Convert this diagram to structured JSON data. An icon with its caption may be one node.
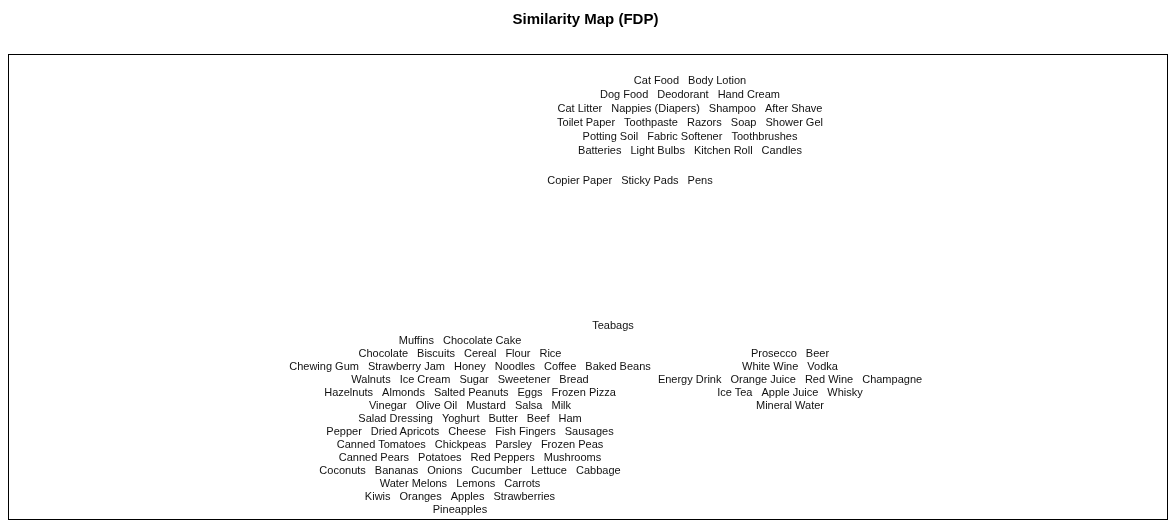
{
  "diagram": {
    "title": "Similarity Map (FDP)",
    "labels": [
      "Cat Food",
      "Body Lotion",
      "Dog Food",
      "Deodorant",
      "Hand Cream",
      "Cat Litter",
      "Nappies (Diapers)",
      "Shampoo",
      "After Shave",
      "Toilet Paper",
      "Toothpaste",
      "Razors",
      "Soap",
      "Shower Gel",
      "Potting Soil",
      "Fabric Softener",
      "Toothbrushes",
      "Batteries",
      "Light Bulbs",
      "Kitchen Roll",
      "Candles",
      "Copier Paper",
      "Sticky Pads",
      "Pens",
      "Teabags",
      "Muffins",
      "Chocolate Cake",
      "Chocolate",
      "Biscuits",
      "Cereal",
      "Flour",
      "Rice",
      "Prosecco",
      "Beer",
      "Chewing Gum",
      "Strawberry Jam",
      "Honey",
      "Noodles",
      "Coffee",
      "Baked Beans",
      "White Wine",
      "Vodka",
      "Walnuts",
      "Ice Cream",
      "Sugar",
      "Sweetener",
      "Bread",
      "Energy Drink",
      "Orange Juice",
      "Red Wine",
      "Champagne",
      "Hazelnuts",
      "Almonds",
      "Salted Peanuts",
      "Eggs",
      "Frozen Pizza",
      "Ice Tea",
      "Apple Juice",
      "Whisky",
      "Vinegar",
      "Olive Oil",
      "Mustard",
      "Salsa",
      "Milk",
      "Mineral Water",
      "Salad Dressing",
      "Yoghurt",
      "Butter",
      "Beef",
      "Ham",
      "Pepper",
      "Dried Apricots",
      "Cheese",
      "Fish Fingers",
      "Sausages",
      "Canned Tomatoes",
      "Chickpeas",
      "Parsley",
      "Frozen Peas",
      "Canned Pears",
      "Potatoes",
      "Red Peppers",
      "Mushrooms",
      "Coconuts",
      "Bananas",
      "Onions",
      "Cucumber",
      "Lettuce",
      "Cabbage",
      "Water Melons",
      "Lemons",
      "Carrots",
      "Kiwis",
      "Oranges",
      "Apples",
      "Strawberries",
      "Pineapples"
    ]
  }
}
